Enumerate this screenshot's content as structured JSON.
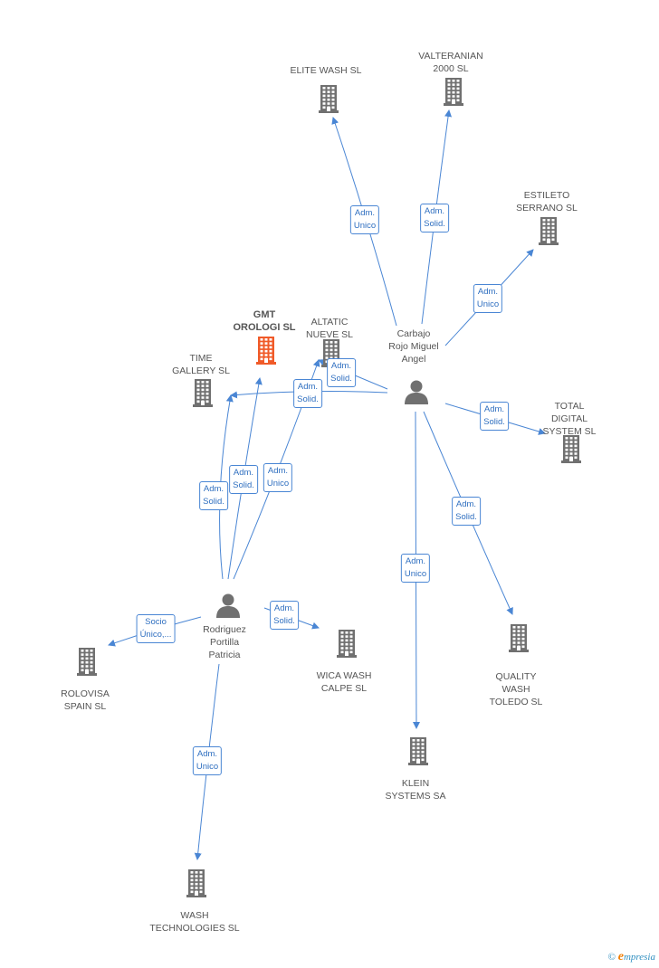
{
  "colors": {
    "edge": "#4a86d4",
    "building": "#707070",
    "building_highlight": "#f05a28",
    "person": "#707070"
  },
  "companies": [
    {
      "id": "elite",
      "label": "ELITE WASH SL"
    },
    {
      "id": "valteranian",
      "label": "VALTERANIAN\n2000 SL"
    },
    {
      "id": "estileto",
      "label": "ESTILETO\nSERRANO SL"
    },
    {
      "id": "gmt",
      "label": "GMT\nOROLOGI SL",
      "main": true
    },
    {
      "id": "altatic",
      "label": "ALTATIC\nNUEVE  SL"
    },
    {
      "id": "time",
      "label": "TIME\nGALLERY SL"
    },
    {
      "id": "total",
      "label": "TOTAL\nDIGITAL\nSYSTEM SL"
    },
    {
      "id": "quality",
      "label": "QUALITY\nWASH\nTOLEDO SL"
    },
    {
      "id": "klein",
      "label": "KLEIN\nSYSTEMS SA"
    },
    {
      "id": "wica",
      "label": "WICA WASH\nCALPE SL"
    },
    {
      "id": "rolovisa",
      "label": "ROLOVISA\nSPAIN  SL"
    },
    {
      "id": "wash",
      "label": "WASH\nTECHNOLOGIES SL"
    }
  ],
  "persons": [
    {
      "id": "carbajo",
      "label": "Carbajo\nRojo Miguel\nAngel"
    },
    {
      "id": "rodriguez",
      "label": "Rodriguez\nPortilla\nPatricia"
    }
  ],
  "edges": [
    {
      "from": "carbajo",
      "to": "elite",
      "label": "Adm.\nUnico"
    },
    {
      "from": "carbajo",
      "to": "valteranian",
      "label": "Adm.\nSolid."
    },
    {
      "from": "carbajo",
      "to": "estileto",
      "label": "Adm.\nUnico"
    },
    {
      "from": "carbajo",
      "to": "altatic",
      "label": "Adm.\nSolid."
    },
    {
      "from": "carbajo",
      "to": "time",
      "label": "Adm.\nSolid."
    },
    {
      "from": "carbajo",
      "to": "total",
      "label": "Adm.\nSolid."
    },
    {
      "from": "carbajo",
      "to": "quality",
      "label": "Adm.\nSolid."
    },
    {
      "from": "carbajo",
      "to": "klein",
      "label": "Adm.\nUnico"
    },
    {
      "from": "rodriguez",
      "to": "time",
      "label": "Adm.\nSolid."
    },
    {
      "from": "rodriguez",
      "to": "gmt",
      "label": "Adm.\nSolid."
    },
    {
      "from": "rodriguez",
      "to": "altatic",
      "label": "Adm.\nUnico"
    },
    {
      "from": "rodriguez",
      "to": "wica",
      "label": "Adm.\nSolid."
    },
    {
      "from": "rodriguez",
      "to": "rolovisa",
      "label": "Socio\nÚnico,..."
    },
    {
      "from": "rodriguez",
      "to": "wash",
      "label": "Adm.\nUnico"
    }
  ],
  "brand": {
    "copyright": "©",
    "name_initial": "e",
    "name_rest": "mpresia"
  }
}
